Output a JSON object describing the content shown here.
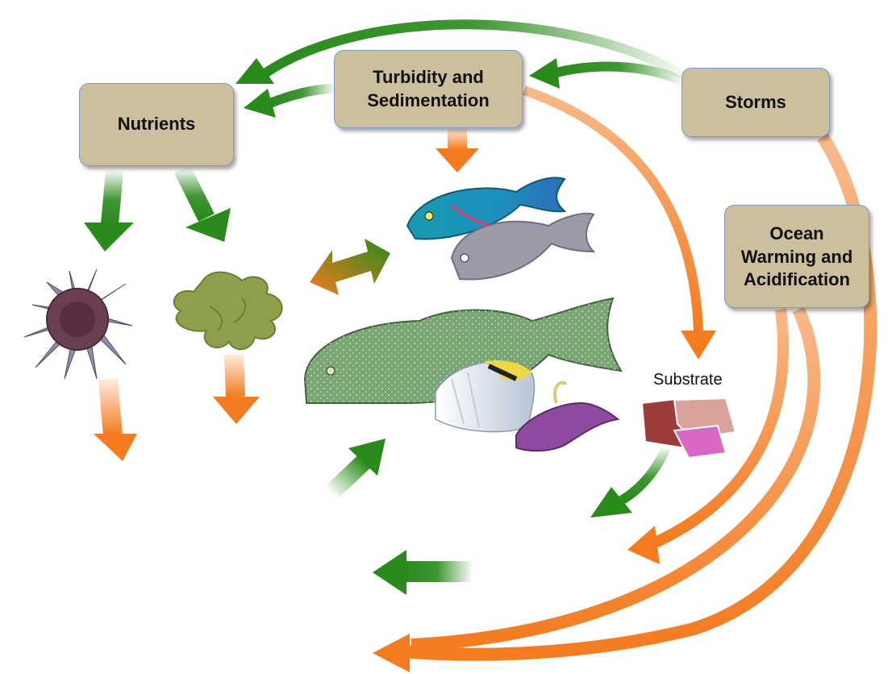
{
  "diagram": {
    "boxes": {
      "nutrients": "Nutrients",
      "turbidity": "Turbidity and\nSedimentation",
      "storms": "Storms",
      "ocean": "Ocean\nWarming and\nAcidification"
    },
    "labels": {
      "substrate": "Substrate"
    }
  },
  "colors": {
    "box_fill": "#cbbf9d",
    "box_border": "#7f9cc8",
    "positive_arrow": "#2a8a1c",
    "negative_arrow": "#f47b20"
  }
}
